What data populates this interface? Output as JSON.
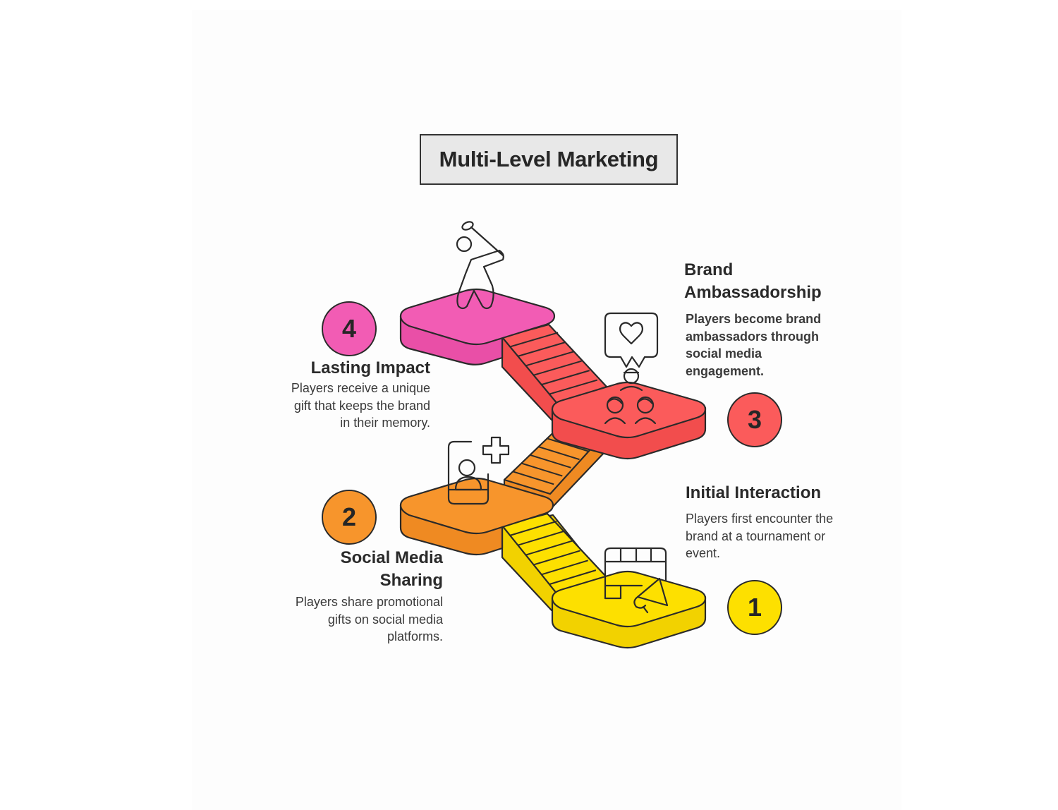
{
  "title": "Multi-Level Marketing",
  "colors": {
    "step1": "#fde000",
    "step2": "#f7952c",
    "step3": "#fb5b5b",
    "step4": "#f25cb4",
    "outline": "#2a2a2a",
    "title_bg": "#e8e8e8"
  },
  "steps": [
    {
      "number": "1",
      "title": "Initial Interaction",
      "description": "Players first encounter the brand at a tournament or event.",
      "desc_lines": [
        "Players first encounter the",
        "brand at a tournament or",
        "event."
      ],
      "icon": "megaphone-calendar-icon"
    },
    {
      "number": "2",
      "title": "Social Media Sharing",
      "title_lines": [
        "Social Media",
        "Sharing"
      ],
      "description": "Players share promotional gifts on social media platforms.",
      "desc_lines": [
        "Players share promotional",
        "gifts on social media",
        "platforms."
      ],
      "icon": "add-user-profile-icon"
    },
    {
      "number": "3",
      "title": "Brand Ambassadorship",
      "title_lines": [
        "Brand",
        "Ambassadorship"
      ],
      "description": "Players become brand ambassadors through social media engagement.",
      "desc_lines": [
        "Players become brand",
        "ambassadors through",
        "social media",
        "engagement."
      ],
      "icon": "group-heart-bubble-icon"
    },
    {
      "number": "4",
      "title": "Lasting Impact",
      "description": "Players receive a unique gift that keeps the brand in their memory.",
      "desc_lines": [
        "Players receive a unique",
        "gift that keeps the brand",
        "in their memory."
      ],
      "icon": "tennis-player-icon"
    }
  ]
}
